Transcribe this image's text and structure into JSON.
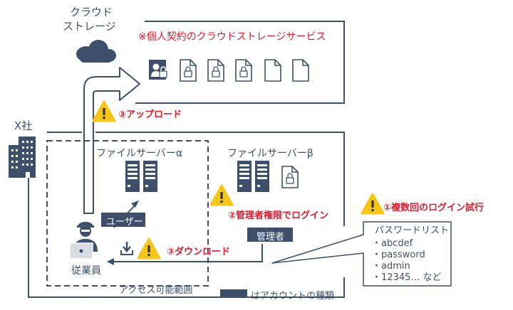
{
  "cloud": {
    "label_line1": "クラウド",
    "label_line2": "ストレージ",
    "service_note": "※個人契約のクラウドストレージサービス"
  },
  "company": {
    "label": "X社"
  },
  "access_scope": {
    "label": "アクセス可能範囲"
  },
  "server_alpha": {
    "label": "ファイルサーバーα"
  },
  "server_beta": {
    "label": "ファイルサーバーβ"
  },
  "account_badges": {
    "user": "ユーザー",
    "admin": "管理者"
  },
  "employee": {
    "label": "従業員"
  },
  "steps": {
    "step1": "①複数回のログイン試行",
    "step2": "②管理者権限でログイン",
    "step3_download": "③ダウンロード",
    "step3_upload": "③アップロード"
  },
  "password_list": {
    "title": "パスワードリスト",
    "items": [
      "・abcdef",
      "・password",
      "・admin",
      "・12345… など"
    ]
  },
  "legend": {
    "label": "はアカウントの種類"
  },
  "colors": {
    "navy": "#3d4f6b",
    "red": "#e8182b",
    "warning_yellow": "#f5c518",
    "light_gray": "#d9dde3"
  }
}
